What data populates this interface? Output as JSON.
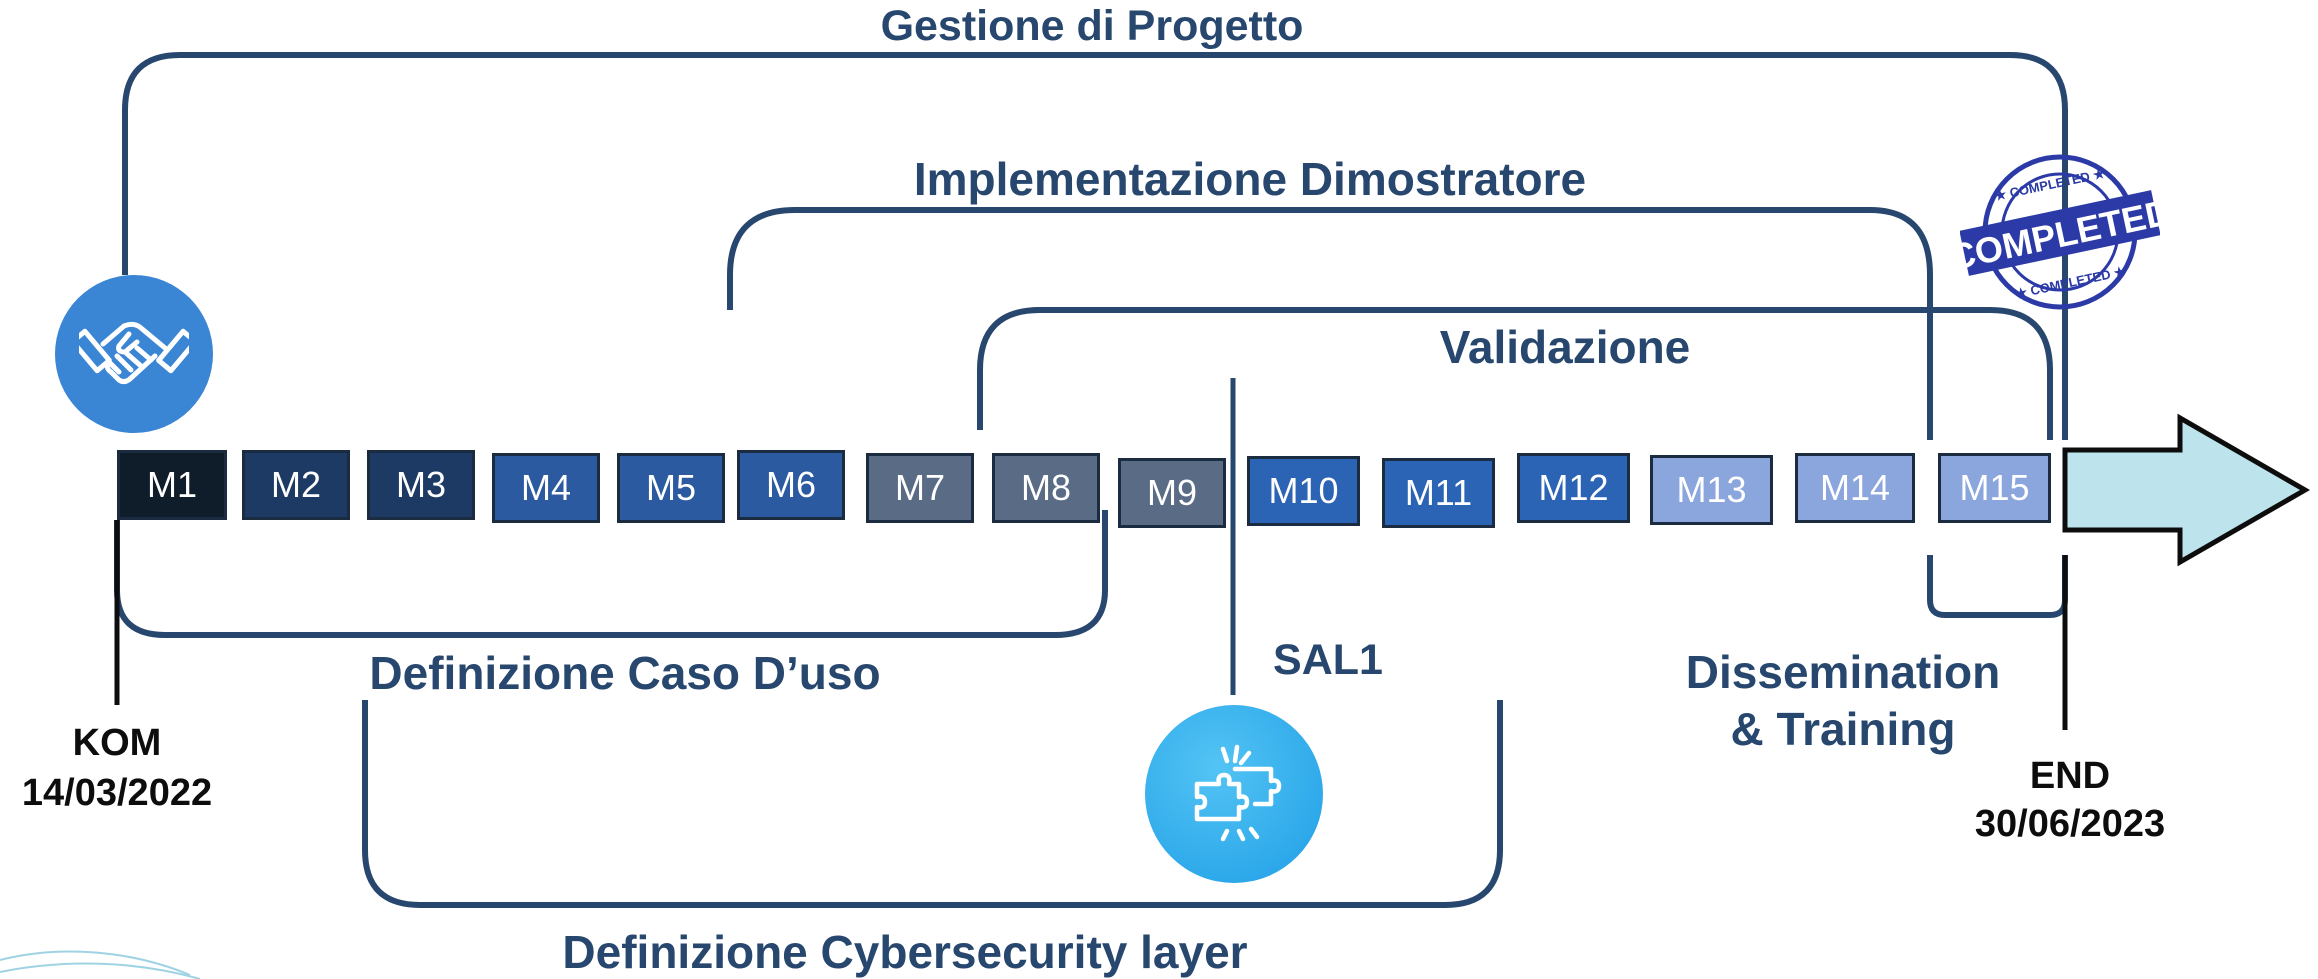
{
  "phases": {
    "gestione": "Gestione di Progetto",
    "implementazione": "Implementazione Dimostratore",
    "validazione": "Validazione",
    "caso_uso": "Definizione Caso D’uso",
    "cybersecurity": "Definizione Cybersecurity layer",
    "dissemination_line1": "Dissemination",
    "dissemination_line2": "& Training"
  },
  "milestones": {
    "sal": "SAL1",
    "kom_title": "KOM",
    "kom_date": "14/03/2022",
    "end_title": "END",
    "end_date": "30/06/2023"
  },
  "months": [
    {
      "label": "M1",
      "color": "#0f1d2b"
    },
    {
      "label": "M2",
      "color": "#1c3a63"
    },
    {
      "label": "M3",
      "color": "#1c3a63"
    },
    {
      "label": "M4",
      "color": "#2c5aa0"
    },
    {
      "label": "M5",
      "color": "#2c5aa0"
    },
    {
      "label": "M6",
      "color": "#2c5aa0"
    },
    {
      "label": "M7",
      "color": "#5a6b85"
    },
    {
      "label": "M8",
      "color": "#5a6b85"
    },
    {
      "label": "M9",
      "color": "#5a6b85"
    },
    {
      "label": "M10",
      "color": "#2b64b4"
    },
    {
      "label": "M11",
      "color": "#2b64b4"
    },
    {
      "label": "M12",
      "color": "#2b64b4"
    },
    {
      "label": "M13",
      "color": "#8ba5dd"
    },
    {
      "label": "M14",
      "color": "#8ba5dd"
    },
    {
      "label": "M15",
      "color": "#8ba5dd"
    }
  ],
  "stamp": {
    "word": "COMPLETED",
    "small": "★ COMPLETED ★"
  },
  "icons": {
    "handshake": "handshake-icon",
    "puzzle": "puzzle-icon",
    "arrow": "timeline-arrow-icon"
  },
  "colors": {
    "bracket": "#27476e",
    "icon_blue": "#3a86d4",
    "puzzle_blue": "#29a7ec",
    "arrow_fill": "#bde4ec",
    "stamp": "#2b3aa6"
  }
}
